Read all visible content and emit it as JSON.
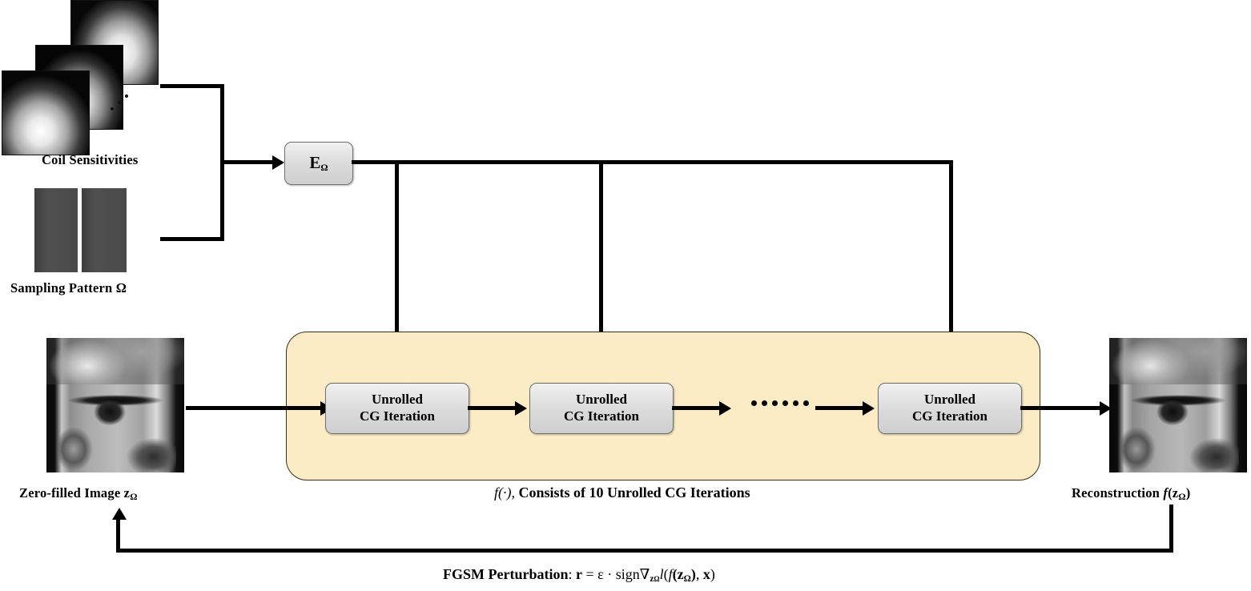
{
  "figure": {
    "title": "Unrolled CG MRI reconstruction pipeline with FGSM perturbation",
    "background_color": "#ffffff"
  },
  "inputs": {
    "coil": {
      "label": "Coil  Sensitivities",
      "count_shown": 3,
      "ellipsis_icon": "diagonal-dots-icon"
    },
    "sampling": {
      "label_prefix": "Sampling  Pattern ",
      "label_symbol": "Ω",
      "bar_color": "#4a4a4a",
      "bars": 2
    }
  },
  "operator": {
    "label_base": "E",
    "label_sub": "Ω",
    "box_color": "#dadada",
    "border_color": "#6f6f6f"
  },
  "pipeline": {
    "container_color": "#fcecc6",
    "container_border": "#3a2f17",
    "caption_fn": "f(·),",
    "caption_text": "Consists of 10 Unrolled CG Iterations",
    "iteration_count": 10,
    "blocks": [
      {
        "line1": "Unrolled",
        "line2": "CG Iteration"
      },
      {
        "line1": "Unrolled",
        "line2": "CG Iteration"
      },
      {
        "line1": "Unrolled",
        "line2": "CG Iteration"
      }
    ],
    "ellipsis_icon": "horizontal-dots-icon",
    "ellipsis_dots": 6
  },
  "images": {
    "input": {
      "caption_text": "Zero-filled  Image z",
      "caption_sub": "Ω",
      "alt": "zero-filled-knee-mri"
    },
    "output": {
      "caption_text": "Reconstruction ",
      "caption_fn": "f",
      "caption_arg_open": "(z",
      "caption_sub": "Ω",
      "caption_arg_close": ")",
      "alt": "reconstructed-knee-mri"
    }
  },
  "feedback": {
    "label_bold": "FGSM Perturbation",
    "label_colon": ": ",
    "var_r": "r",
    "equals": " =  ",
    "epsilon": "ε",
    "dot": " · ",
    "sign": "sign",
    "nabla": "∇",
    "grad_sub_base": "z",
    "grad_sub_omega": "Ω",
    "loss": "l",
    "loss_args_open": "(",
    "loss_f": "f",
    "loss_z_open": "(z",
    "loss_z_sub": "Ω",
    "loss_z_close": ")",
    "loss_comma": ", ",
    "loss_x": "x",
    "loss_args_close": ")"
  },
  "colors": {
    "line": "#000000",
    "node_fill": "#dadada",
    "pipeline_fill": "#fcecc6"
  }
}
